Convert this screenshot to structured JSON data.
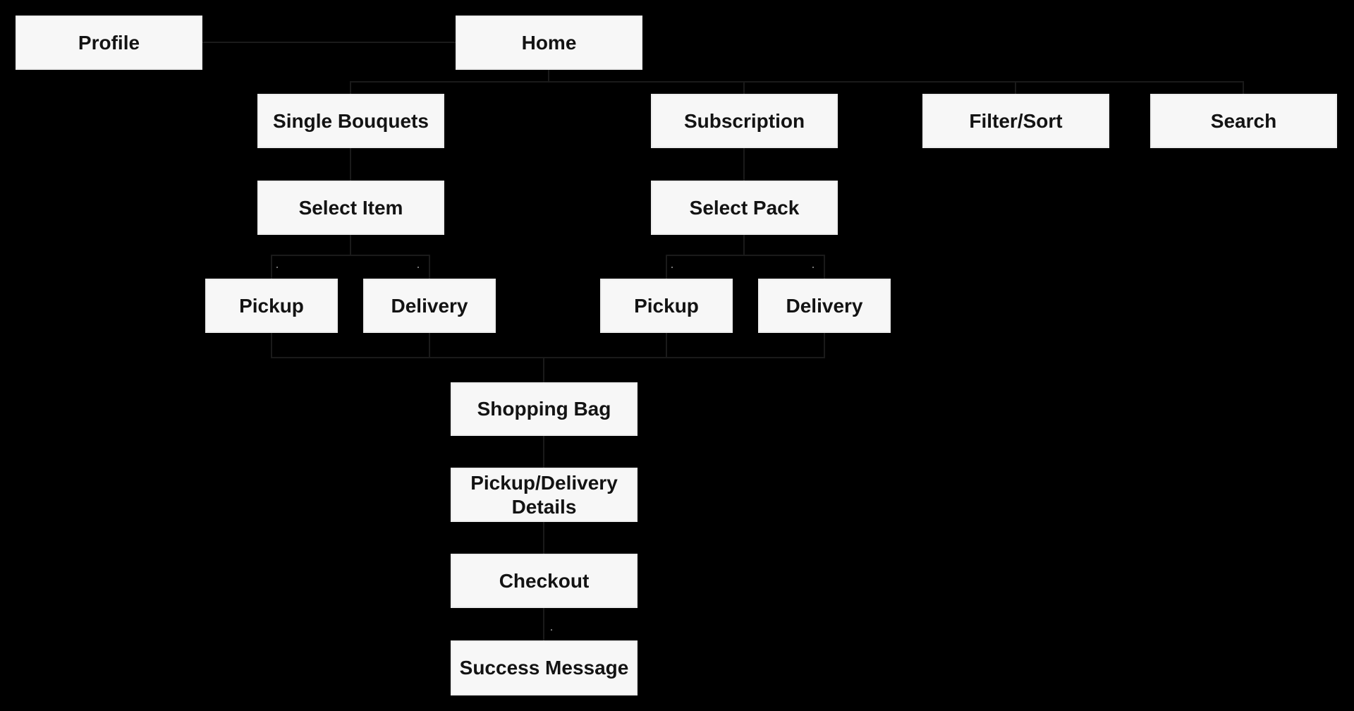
{
  "diagram": {
    "type": "flowchart",
    "background_color": "#000000",
    "node_fill_color": "#f7f7f7",
    "node_text_color": "#131313",
    "connector_color": "#1a1a1a",
    "arrowhead_color": "#8c8c8c"
  },
  "nodes": {
    "profile": "Profile",
    "home": "Home",
    "single_bouquets": "Single Bouquets",
    "subscription": "Subscription",
    "filter_sort": "Filter/Sort",
    "search": "Search",
    "select_item": "Select Item",
    "select_pack": "Select Pack",
    "pickup_single": "Pickup",
    "delivery_single": "Delivery",
    "pickup_subscription": "Pickup",
    "delivery_subscription": "Delivery",
    "shopping_bag": "Shopping Bag",
    "pickup_delivery_details": "Pickup/Delivery Details",
    "checkout": "Checkout",
    "success_message": "Success Message"
  },
  "edges": [
    {
      "from": "home",
      "to": "profile"
    },
    {
      "from": "home",
      "to": "single_bouquets"
    },
    {
      "from": "home",
      "to": "subscription"
    },
    {
      "from": "home",
      "to": "filter_sort"
    },
    {
      "from": "home",
      "to": "search"
    },
    {
      "from": "single_bouquets",
      "to": "select_item"
    },
    {
      "from": "subscription",
      "to": "select_pack"
    },
    {
      "from": "select_item",
      "to": "pickup_single"
    },
    {
      "from": "select_item",
      "to": "delivery_single"
    },
    {
      "from": "select_pack",
      "to": "pickup_subscription"
    },
    {
      "from": "select_pack",
      "to": "delivery_subscription"
    },
    {
      "from": "pickup_single",
      "to": "shopping_bag"
    },
    {
      "from": "delivery_single",
      "to": "shopping_bag"
    },
    {
      "from": "pickup_subscription",
      "to": "shopping_bag"
    },
    {
      "from": "delivery_subscription",
      "to": "shopping_bag"
    },
    {
      "from": "shopping_bag",
      "to": "pickup_delivery_details"
    },
    {
      "from": "pickup_delivery_details",
      "to": "checkout"
    },
    {
      "from": "checkout",
      "to": "success_message"
    }
  ]
}
